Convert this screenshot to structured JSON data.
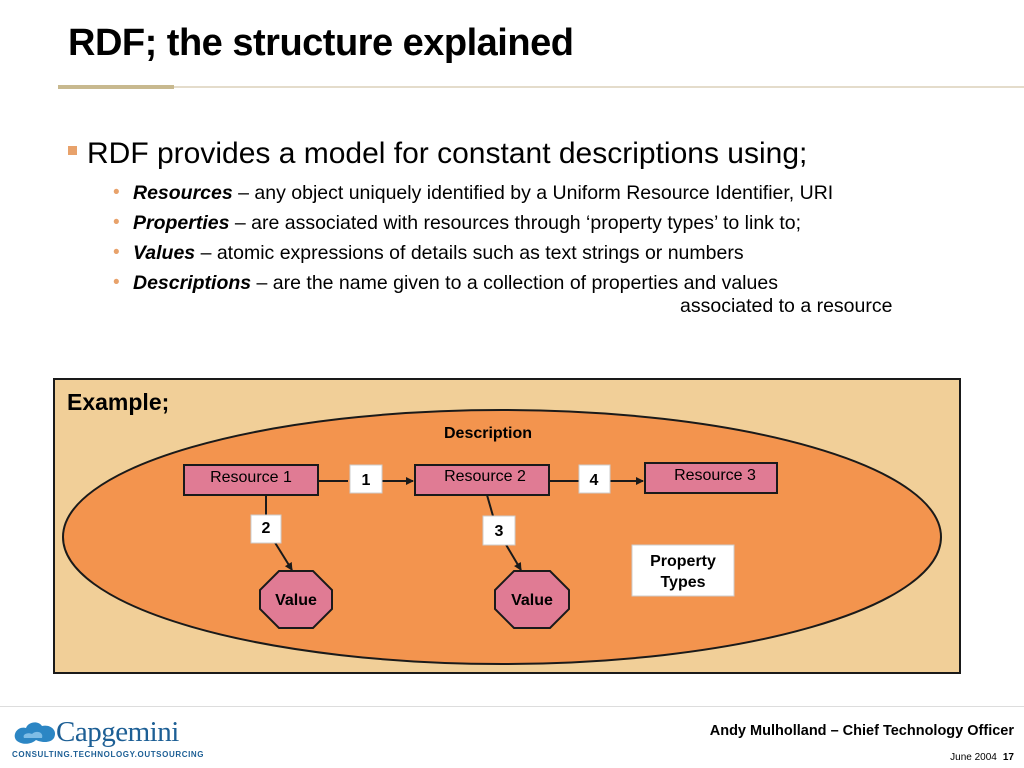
{
  "slide": {
    "title": "RDF; the structure explained",
    "main_bullet": "RDF provides a model for constant descriptions using;",
    "sub_bullets": [
      {
        "term": "Resources",
        "text": " – any object uniquely identified by a Uniform Resource Identifier, URI"
      },
      {
        "term": "Properties",
        "text": " – are associated with resources through ‘property types’ to link to;"
      },
      {
        "term": "Values",
        "text": " – atomic expressions of details such as text strings or numbers"
      },
      {
        "term": "Descriptions",
        "text": " – are the name given to a collection of properties and values"
      }
    ],
    "sub_bullet_continuation": "associated to a resource"
  },
  "example": {
    "label": "Example;",
    "description_label": "Description",
    "resources": [
      "Resource 1",
      "Resource 2",
      "Resource 3"
    ],
    "property_numbers": [
      "1",
      "2",
      "3",
      "4"
    ],
    "values": [
      "Value",
      "Value"
    ],
    "property_types_line1": "Property",
    "property_types_line2": "Types"
  },
  "footer": {
    "logo_text": "Capgemini",
    "logo_tagline": "CONSULTING.TECHNOLOGY.OUTSOURCING",
    "author": "Andy Mulholland – Chief Technology Officer",
    "date": "June 2004",
    "page_number": "17"
  },
  "colors": {
    "ellipse_fill": "#f3944e",
    "box_fill": "#f1cf98",
    "node_fill": "#e07b94",
    "bullet_accent": "#e8a26b",
    "logo_blue": "#1d5f95"
  }
}
